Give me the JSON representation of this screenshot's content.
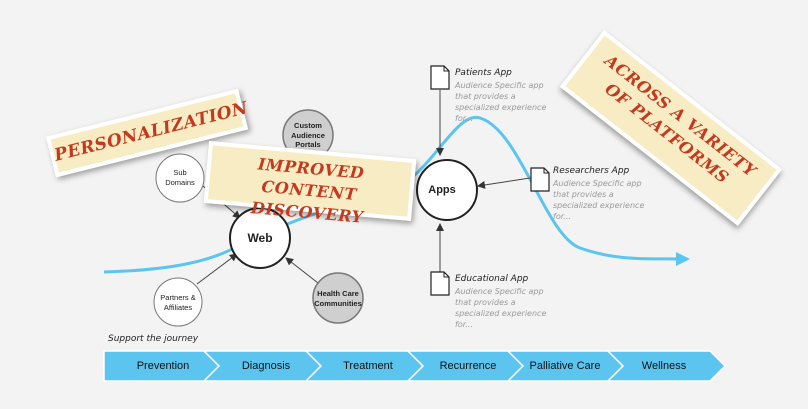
{
  "banners": {
    "personalization": "Personalization",
    "improved_content_discovery": "Improved Content Discovery",
    "across_platforms": "Across A Variety of Platforms"
  },
  "nodes": {
    "web": "Web",
    "apps": "Apps",
    "sub_domains": "Sub Domains",
    "custom_audience_portals": "Custom Audience Portals",
    "partners_affiliates": "Partners & Affiliates",
    "health_care_communities": "Health Care Communities"
  },
  "apps": {
    "patients": {
      "title": "Patients App",
      "desc": "Audience Specific app\nthat provides a\nspecialized experience\nfor..."
    },
    "researchers": {
      "title": "Researchers App",
      "desc": "Audience Specific app\nthat provides a\nspecialized experience\nfor..."
    },
    "educational": {
      "title": "Educational App",
      "desc": "Audience Specific app\nthat provides a\nspecialized experience\nfor..."
    }
  },
  "journey": {
    "label": "Support the journey",
    "stages": [
      "Prevention",
      "Diagnosis",
      "Treatment",
      "Recurrence",
      "Palliative Care",
      "Wellness"
    ]
  },
  "colors": {
    "curve": "#5bc4ef",
    "journey_bar": "#5bc4ef",
    "banner_text": "#c33a1e",
    "banner_bg": "#f7ecc4",
    "node_fill": "#ffffff",
    "grey_node_fill": "#cfcfcf"
  }
}
